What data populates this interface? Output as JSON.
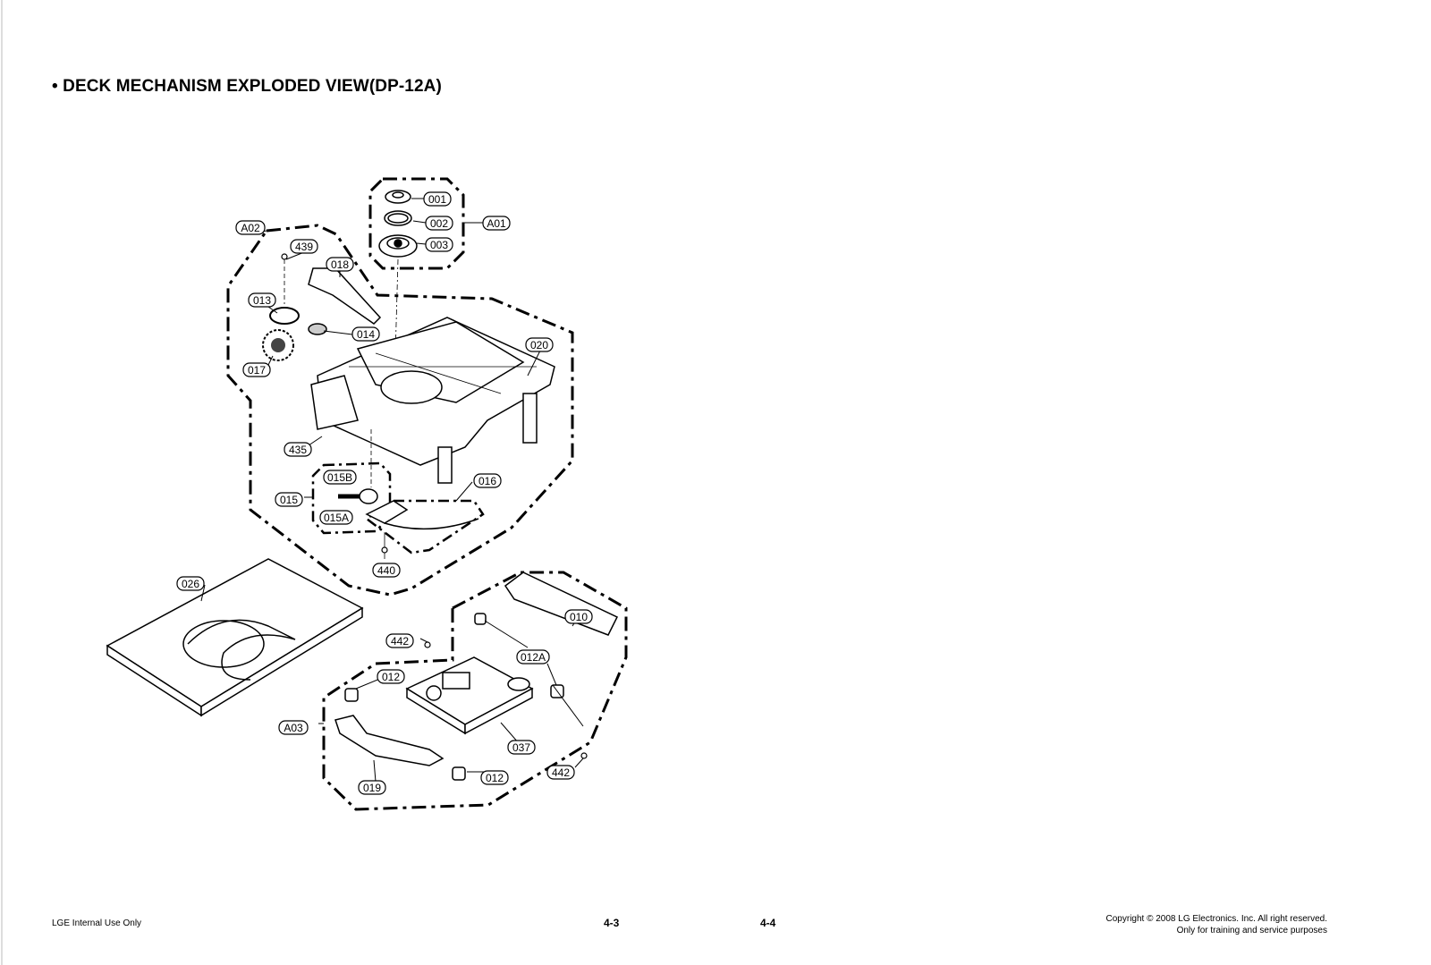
{
  "title": "• DECK MECHANISM EXPLODED VIEW(DP-12A)",
  "labels": {
    "a01": "A01",
    "a02": "A02",
    "a03": "A03",
    "p001": "001",
    "p002": "002",
    "p003": "003",
    "p439": "439",
    "p018": "018",
    "p013": "013",
    "p014": "014",
    "p017": "017",
    "p020": "020",
    "p435": "435",
    "p015": "015",
    "p015b": "015B",
    "p015a": "015A",
    "p016": "016",
    "p440": "440",
    "p026": "026",
    "p010": "010",
    "p442a": "442",
    "p012a": "012A",
    "p012_1": "012",
    "p012_2": "012",
    "p037": "037",
    "p019": "019",
    "p442b": "442"
  },
  "footer": {
    "left": "LGE Internal Use Only",
    "page_left": "4-3",
    "page_right": "4-4",
    "copyright": "Copyright © 2008 LG Electronics. Inc. All right reserved.",
    "training": "Only for training and service purposes"
  }
}
